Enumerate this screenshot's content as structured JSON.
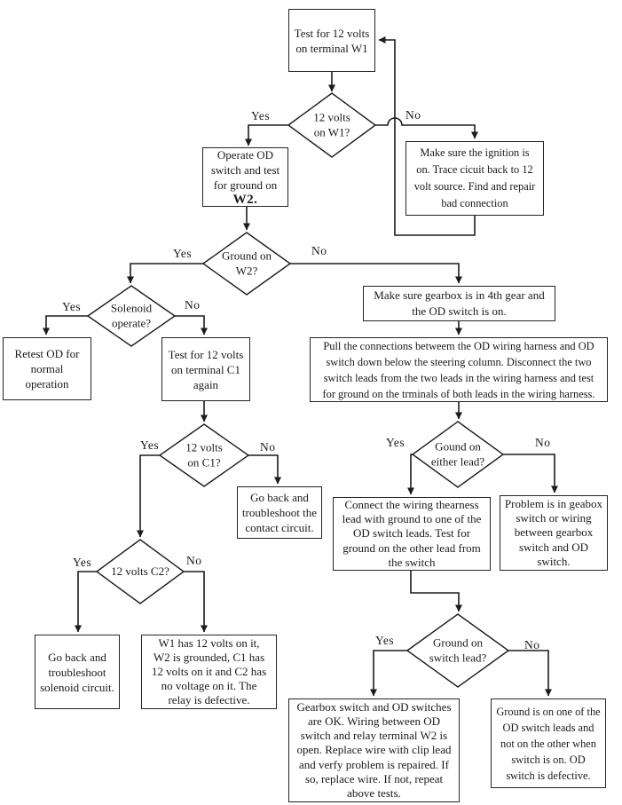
{
  "nodes": {
    "test_w1": "Test for 12 volts\non terminal W1",
    "q_12v_w1": "12 volts\non W1?",
    "ignition": "Make sure the ignition is\non. Trace cicuit back to 12\nvolt source.  Find and repair\nbad connection",
    "operate_od": "Operate OD\nswitch and test\nfor ground on",
    "operate_od_bold": "W2.",
    "q_ground_w2": "Ground on\nW2?",
    "q_solenoid": "Solenoid\noperate?",
    "retest_od": "Retest OD for\nnormal\noperation",
    "test_c1": "Test for 12 volts\non terminal C1\nagain",
    "gearbox_4th": "Make sure gearbox is in 4th gear and\nthe OD switch is on.",
    "pull_connections": "Pull the connections betweem the OD wiring harness and OD\nswitch down below the steering column.  Disconnect the two\nswitch leads from the two leads in the wiring harness and test\nfor ground on the trminals of both leads in the wiring harness.",
    "q_12v_c1": "12 volts\non C1?",
    "contact_circuit": "Go back and\ntroubleshoot the\ncontact circuit.",
    "q_ground_either": "Gound on\neither lead?",
    "connect_harness": "Connect the wiring thearness\nlead with ground to one of the\nOD switch leads.  Test for\nground on the other lead from\nthe switch",
    "problem_gearbox": "Problem is in geabox\nswitch or wiring\nbetween gearbox\nswitch and OD\nswitch.",
    "q_12v_c2": "12 volts C2?",
    "solenoid_circuit": "Go back and\ntroubleshoot\nsolenoid circuit.",
    "relay_defective": "W1 has 12 volts on it,\nW2 is grounded, C1 has\n12 volts on it and C2 has\nno voltage on it.   The\nrelay is defective.",
    "q_ground_switch": "Ground on\nswitch lead?",
    "gearbox_ok": "Gearbox switch and OD switches\nare OK. Wiring between OD\nswitch and relay terminal W2 is\nopen. Replace wire with clip lead\nand verfy problem is repaired.  If\nso, replace wire.  If not, repeat\nabove tests.",
    "od_defective": "Ground is on one of the\nOD switch leads and\nnot on the other when\nswitch is on.  OD\nswitch is defective."
  },
  "labels": {
    "w1_yes": "Yes",
    "w1_no": "No",
    "w2_yes": "Yes",
    "w2_no": "No",
    "solenoid_yes": "Yes",
    "solenoid_no": "No",
    "c1_yes": "Yes",
    "c1_no": "No",
    "c2_yes": "Yes",
    "c2_no": "No",
    "either_yes": "Yes",
    "either_no": "No",
    "switch_yes": "Yes",
    "switch_no": "No"
  },
  "colors": {
    "line": "#1c1c1c",
    "background": "#fefefe",
    "text": "#1a1a1a"
  }
}
